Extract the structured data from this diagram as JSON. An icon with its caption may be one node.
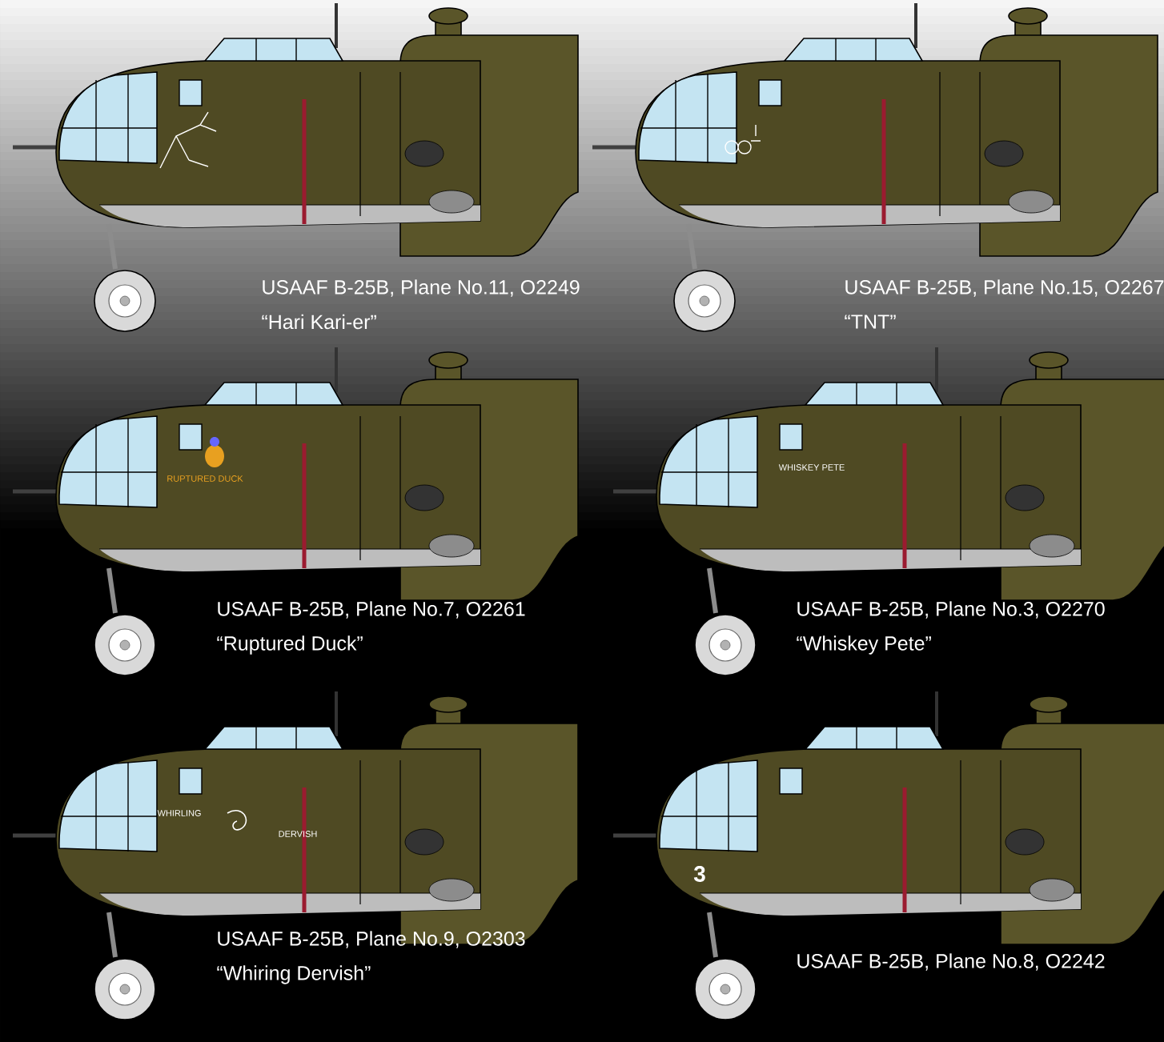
{
  "diagram": {
    "labels": [
      "USAAF B-25B, Plane No.11, O2249",
      "“Hari Kari-er”",
      "USAAF B-25B, Plane No.15, O2267",
      "“TNT”",
      "RUPTURED DUCK",
      "WHISKEY PETE",
      "USAAF B-25B, Plane No.7, O2261",
      "“Ruptured Duck”",
      "USAAF B-25B, Plane No.3, O2270",
      "“Whiskey Pete”",
      "WHIRLING",
      "DERVISH",
      "3",
      "USAAF B-25B, Plane No.9, O2303",
      "“Whiring Dervish”",
      "USAAF B-25B, Plane No.8, O2242"
    ]
  }
}
